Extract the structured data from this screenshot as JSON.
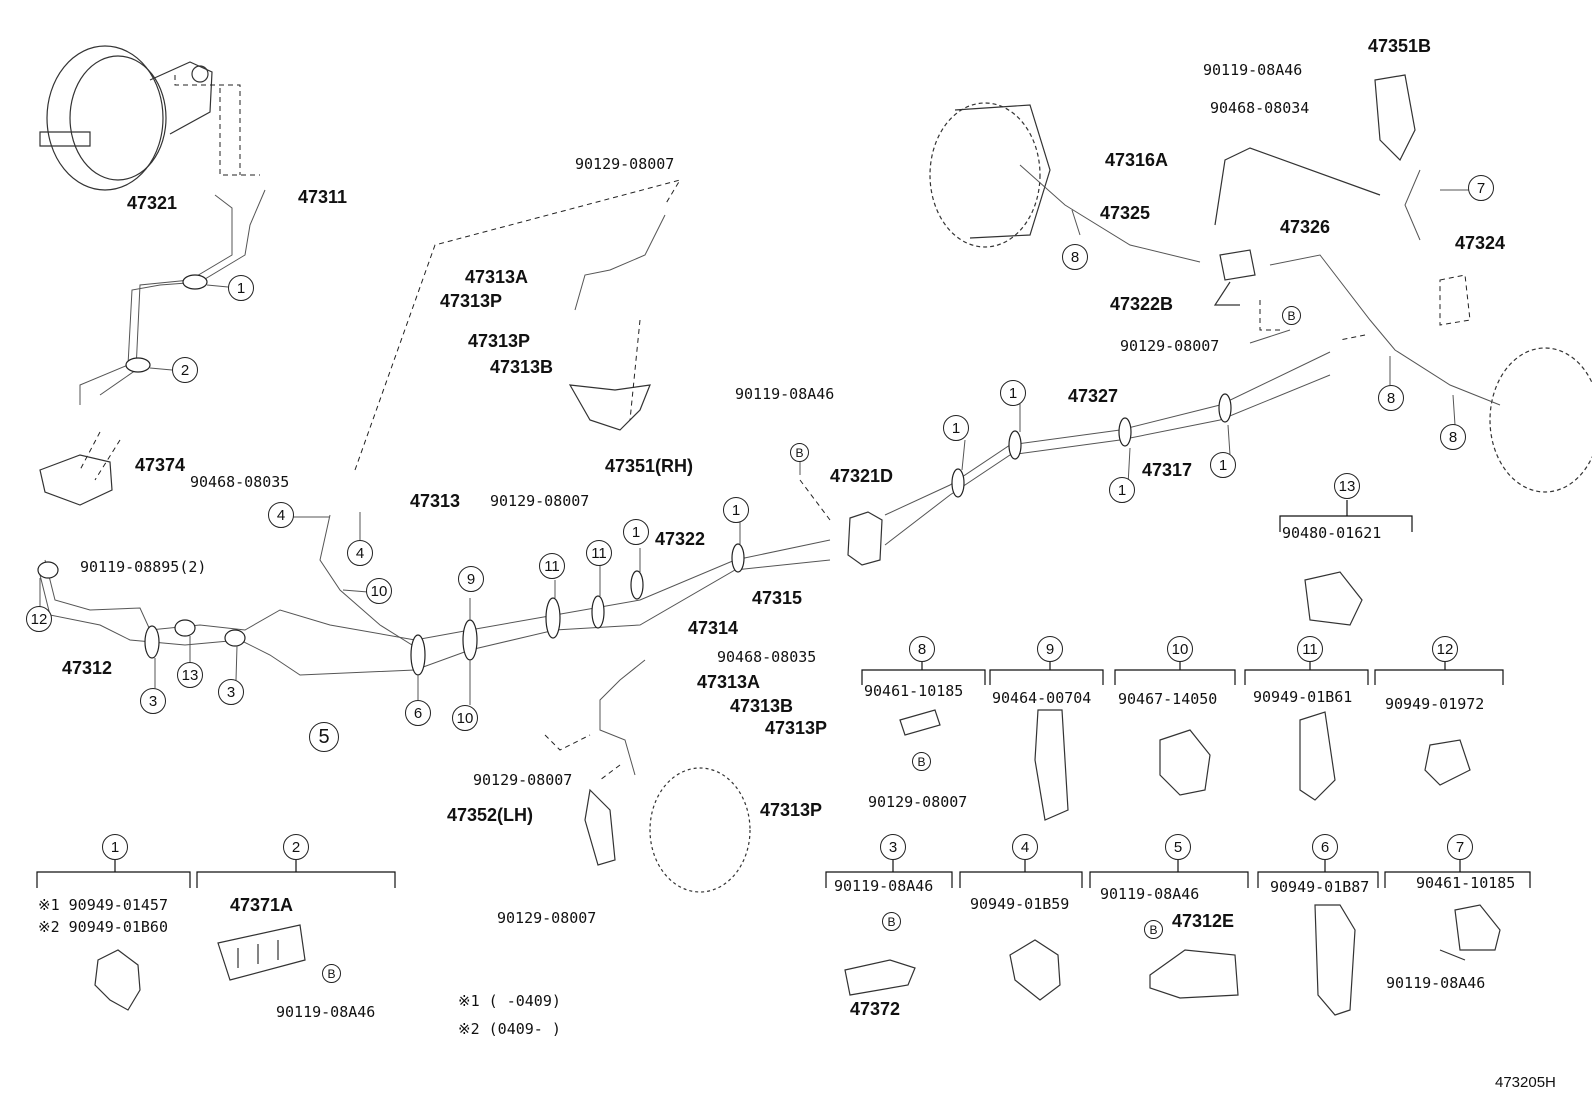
{
  "diagram_id": "473205H",
  "notes": [
    "※1 (      -0409)",
    "※2 (0409-      )"
  ],
  "part_labels": [
    {
      "text": "47321"
    },
    {
      "text": "47311"
    },
    {
      "text": "47374"
    },
    {
      "text": "90119-08895(2)"
    },
    {
      "text": "47312"
    },
    {
      "text": "90129-08007"
    },
    {
      "text": "47313A"
    },
    {
      "text": "47313P"
    },
    {
      "text": "47313P"
    },
    {
      "text": "47313B"
    },
    {
      "text": "47351(RH)"
    },
    {
      "text": "90129-08007"
    },
    {
      "text": "90468-08035"
    },
    {
      "text": "47313"
    },
    {
      "text": "90119-08A46"
    },
    {
      "text": "47321D"
    },
    {
      "text": "47322"
    },
    {
      "text": "47315"
    },
    {
      "text": "47314"
    },
    {
      "text": "90468-08035"
    },
    {
      "text": "47313A"
    },
    {
      "text": "47313B"
    },
    {
      "text": "47313P"
    },
    {
      "text": "90129-08007"
    },
    {
      "text": "47352(LH)"
    },
    {
      "text": "47313P"
    },
    {
      "text": "90129-08007"
    },
    {
      "text": "47351B"
    },
    {
      "text": "90119-08A46"
    },
    {
      "text": "90468-08034"
    },
    {
      "text": "47316A"
    },
    {
      "text": "47325"
    },
    {
      "text": "47326"
    },
    {
      "text": "47324"
    },
    {
      "text": "47322B"
    },
    {
      "text": "90129-08007"
    },
    {
      "text": "47327"
    },
    {
      "text": "47317"
    }
  ],
  "callouts": [
    {
      "text": "1"
    },
    {
      "text": "2"
    },
    {
      "text": "4"
    },
    {
      "text": "4"
    },
    {
      "text": "10"
    },
    {
      "text": "12"
    },
    {
      "text": "3"
    },
    {
      "text": "13"
    },
    {
      "text": "3"
    },
    {
      "text": "5"
    },
    {
      "text": "6"
    },
    {
      "text": "9"
    },
    {
      "text": "10"
    },
    {
      "text": "11"
    },
    {
      "text": "11"
    },
    {
      "text": "1"
    },
    {
      "text": "1"
    },
    {
      "text": "B"
    },
    {
      "text": "1"
    },
    {
      "text": "1"
    },
    {
      "text": "1"
    },
    {
      "text": "1"
    },
    {
      "text": "7"
    },
    {
      "text": "8"
    },
    {
      "text": "B"
    },
    {
      "text": "8"
    },
    {
      "text": "8"
    }
  ],
  "legend_groups": [
    {
      "num": "1",
      "parts": [
        "※1 90949-01457",
        "※2 90949-01B60"
      ]
    },
    {
      "num": "2",
      "parts": [
        "47371A",
        "90119-08A46"
      ],
      "b_ref": "B"
    },
    {
      "num": "3",
      "parts": [
        "90119-08A46",
        "47372"
      ],
      "b_ref": "B"
    },
    {
      "num": "4",
      "parts": [
        "90949-01B59"
      ]
    },
    {
      "num": "5",
      "parts": [
        "90119-08A46",
        "47312E"
      ],
      "b_ref": "B"
    },
    {
      "num": "6",
      "parts": [
        "90949-01B87"
      ]
    },
    {
      "num": "7",
      "parts": [
        "90461-10185",
        "90119-08A46"
      ]
    },
    {
      "num": "8",
      "parts": [
        "90461-10185",
        "90129-08007"
      ],
      "b_ref": "B"
    },
    {
      "num": "9",
      "parts": [
        "90464-00704"
      ]
    },
    {
      "num": "10",
      "parts": [
        "90467-14050"
      ]
    },
    {
      "num": "11",
      "parts": [
        "90949-01B61"
      ]
    },
    {
      "num": "12",
      "parts": [
        "90949-01972"
      ]
    },
    {
      "num": "13",
      "parts": [
        "90480-01621"
      ]
    }
  ]
}
